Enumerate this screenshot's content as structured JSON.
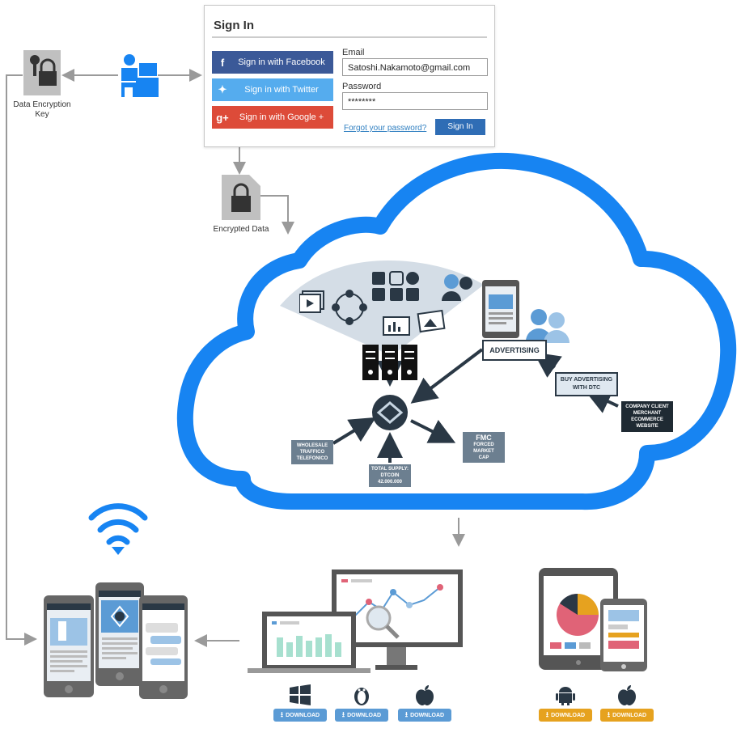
{
  "key": {
    "label": "Data Encryption Key"
  },
  "encrypted": {
    "label": "Encrypted Data"
  },
  "signin": {
    "title": "Sign In",
    "facebook_label": "Sign in with Facebook",
    "twitter_label": "Sign in with Twitter",
    "google_label": "Sign in with Google +",
    "email_label": "Email",
    "email_value": "Satoshi.Nakamoto@gmail.com",
    "password_label": "Password",
    "password_value": "********",
    "forgot_label": "Forgot your password?",
    "signin_button": "Sign In"
  },
  "cloud": {
    "advertising": "ADVERTISING",
    "buy_advertising": [
      "BUY ADVERTISING",
      "WITH DTC"
    ],
    "company": [
      "COMPANY CLIENT",
      "MERCHANT",
      "ECOMMERCE",
      "WEBSITE"
    ],
    "wholesale": [
      "WHOLESALE",
      "TRAFFICO",
      "TELEFONICO"
    ],
    "total_supply": [
      "TOTAL SUPPLY:",
      "DTCOIN",
      "42.000.000"
    ],
    "fmc": [
      "FMC",
      "FORCED",
      "MARKET",
      "CAP"
    ]
  },
  "downloads": {
    "label": "DOWNLOAD",
    "desktop": [
      "windows-icon",
      "linux-icon",
      "apple-icon"
    ],
    "mobile": [
      "android-icon",
      "apple-icon"
    ]
  },
  "colors": {
    "cloud_stroke": "#1784f2",
    "facebook": "#3b5998",
    "twitter": "#55acee",
    "google": "#dd4b39",
    "download_blue": "#5b9bd5",
    "download_orange": "#e6a21f",
    "dark_label": "#1f2a33",
    "slate_label": "#6c7f90"
  }
}
